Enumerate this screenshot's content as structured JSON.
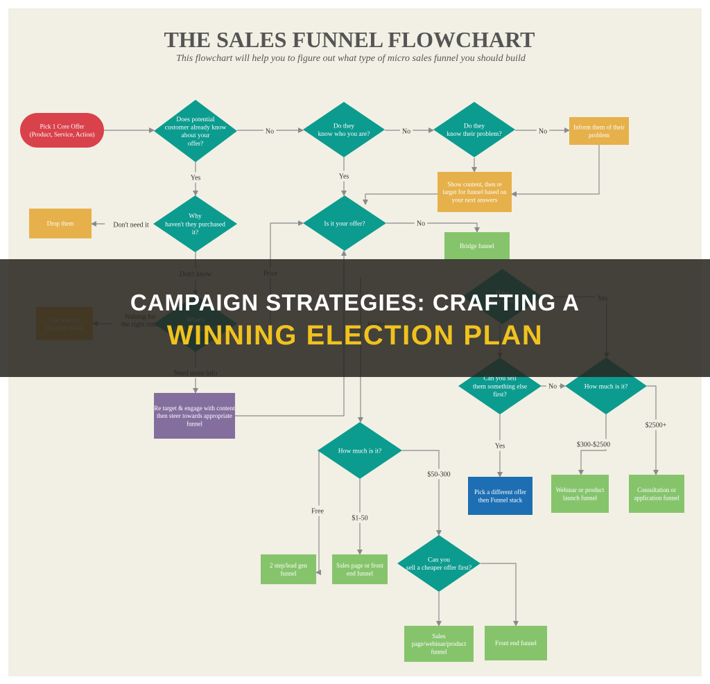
{
  "title": "THE SALES FUNNEL FLOWCHART",
  "subtitle": "This flowchart will help you to figure out what type of micro sales funnel you should build",
  "headline": {
    "line1": "CAMPAIGN STRATEGIES: CRAFTING A",
    "line2": "WINNING ELECTION PLAN"
  },
  "colors": {
    "start": "#d9414b",
    "decision": "#0c9b8f",
    "note": "#e6b04a",
    "action": "#86c46c",
    "purple": "#846e9e",
    "blue": "#1d6eb3",
    "line": "#8a8a8a",
    "background": "#f2f0e4",
    "banner_text": "#f0c21e"
  },
  "nodes": [
    {
      "id": "start",
      "kind": "start",
      "lines": [
        "Pick 1 Core Offer",
        "(Product, Service, Action)"
      ]
    },
    {
      "id": "d_know_offer",
      "kind": "decision",
      "lines": [
        "Does potential",
        "customer already  know",
        "about your",
        "offer?"
      ]
    },
    {
      "id": "d_know_you",
      "kind": "decision",
      "lines": [
        "Do they",
        "know who  you are?"
      ]
    },
    {
      "id": "d_know_problem",
      "kind": "decision",
      "lines": [
        "Do they",
        "know their  problem?"
      ]
    },
    {
      "id": "inform",
      "kind": "note",
      "lines": [
        "Inform them of their",
        "problem"
      ]
    },
    {
      "id": "show_content",
      "kind": "note",
      "lines": [
        "Show content, then re",
        "target for funnel based on",
        "your next answers"
      ]
    },
    {
      "id": "d_why",
      "kind": "decision",
      "lines": [
        "Why",
        "haven't they  purchased",
        "it?"
      ]
    },
    {
      "id": "drop",
      "kind": "note",
      "lines": [
        "Drop them"
      ]
    },
    {
      "id": "d_is_offer",
      "kind": "decision",
      "lines": [
        "Is it your  offer?"
      ]
    },
    {
      "id": "bridge",
      "kind": "action",
      "lines": [
        "Bridge funnel"
      ]
    },
    {
      "id": "d_have_ever",
      "kind": "decision",
      "lines": [
        "Have",
        "they ever"
      ]
    },
    {
      "id": "d_best_guess",
      "kind": "decision",
      "lines": [
        "What's",
        "your best  guess?"
      ]
    },
    {
      "id": "discount",
      "kind": "note",
      "lines": [
        "Use scarcity",
        "discount bonus"
      ]
    },
    {
      "id": "retarget",
      "kind": "purple",
      "lines": [
        "Re target & engage with content",
        "then steer towards appropriate",
        "funnel"
      ]
    },
    {
      "id": "d_sell_else",
      "kind": "decision",
      "lines": [
        "Can you sell",
        "them something  else",
        "first?"
      ]
    },
    {
      "id": "d_how_much_r",
      "kind": "decision",
      "lines": [
        "How much  is it?"
      ]
    },
    {
      "id": "pick_diff",
      "kind": "blue",
      "lines": [
        "Pick a different offer",
        "then Funnel stack"
      ]
    },
    {
      "id": "webinar",
      "kind": "action",
      "lines": [
        "Webinar or product",
        "launch funnel"
      ]
    },
    {
      "id": "consult",
      "kind": "action",
      "lines": [
        "Consultation or",
        "application funnel"
      ]
    },
    {
      "id": "d_how_much_c",
      "kind": "decision",
      "lines": [
        "How much  is it?"
      ]
    },
    {
      "id": "two_step",
      "kind": "action",
      "lines": [
        "2 step/lead gen",
        "funnel"
      ]
    },
    {
      "id": "sales_page",
      "kind": "action",
      "lines": [
        "Sales page or front",
        "end funnel"
      ]
    },
    {
      "id": "d_cheaper",
      "kind": "decision",
      "lines": [
        "Can you",
        "sell a cheaper  offer first?"
      ]
    },
    {
      "id": "sales_webinar",
      "kind": "action",
      "lines": [
        "Sales",
        "page/webinar/product",
        "funnel"
      ]
    },
    {
      "id": "front_end",
      "kind": "action",
      "lines": [
        "Front end funnel"
      ]
    }
  ],
  "edge_labels": [
    {
      "id": "no-1",
      "text": "No"
    },
    {
      "id": "no-2",
      "text": "No"
    },
    {
      "id": "no-3",
      "text": "No"
    },
    {
      "id": "yes-1",
      "text": "Yes"
    },
    {
      "id": "yes-2",
      "text": "Yes"
    },
    {
      "id": "dont-need",
      "text": "Don't need it"
    },
    {
      "id": "no-4",
      "text": "No"
    },
    {
      "id": "dont-know",
      "text": "Don't know"
    },
    {
      "id": "price",
      "text": "Price"
    },
    {
      "id": "waiting",
      "text": "Waiting for",
      "text2": "the right time"
    },
    {
      "id": "more-info",
      "text": "Need more info"
    },
    {
      "id": "500plus",
      "text": "$500+"
    },
    {
      "id": "yes-3",
      "text": "Yes"
    },
    {
      "id": "no-5",
      "text": "No"
    },
    {
      "id": "yes-4",
      "text": "Yes"
    },
    {
      "id": "range-r1",
      "text": "$300-$2500"
    },
    {
      "id": "range-r2",
      "text": "$2500+"
    },
    {
      "id": "free",
      "text": "Free"
    },
    {
      "id": "range-c1",
      "text": "$1-50"
    },
    {
      "id": "range-c2",
      "text": "$50-300"
    }
  ]
}
